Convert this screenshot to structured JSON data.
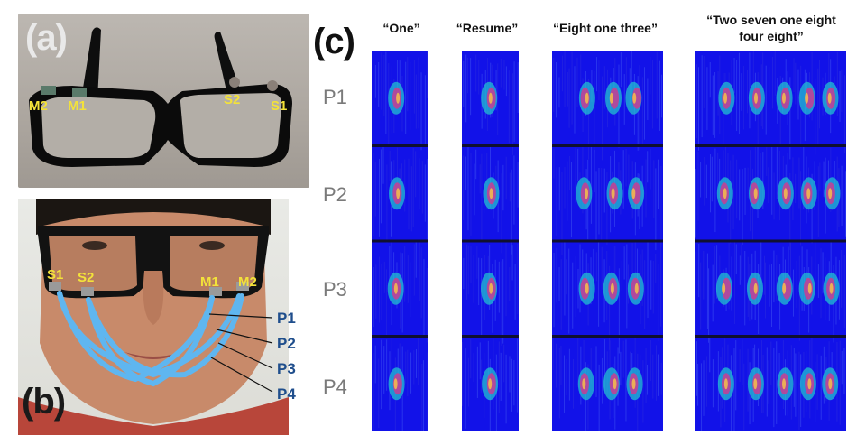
{
  "panel_a": {
    "letter": "(a)",
    "sensors": [
      "M2",
      "M1",
      "S2",
      "S1"
    ]
  },
  "panel_b": {
    "letter": "(b)",
    "sensors": [
      "S1",
      "S2",
      "M1",
      "M2"
    ],
    "paths": [
      "P1",
      "P2",
      "P3",
      "P4"
    ]
  },
  "panel_c": {
    "letter": "(c)",
    "columns": [
      "“One”",
      "“Resume”",
      "“Eight one three”",
      "“Two seven one eight four eight”"
    ],
    "rows": [
      "P1",
      "P2",
      "P3",
      "P4"
    ]
  },
  "colors": {
    "sensor_label": "#f3e23a",
    "path_label": "#1f4e8c",
    "cable": "#5fb6f0",
    "spectrogram_bg": "#1212e8"
  }
}
